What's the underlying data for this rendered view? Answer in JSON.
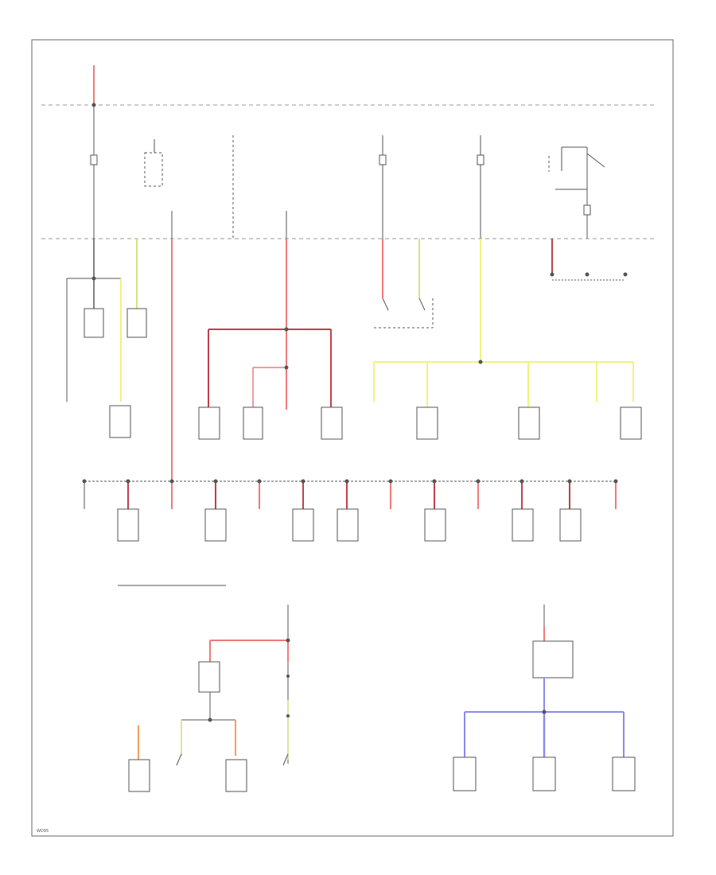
{
  "colors": {
    "wire": "#555555",
    "red": "#ef7a7a",
    "dark_red": "#c0404a",
    "yellow": "#f2f27a",
    "yellow_green": "#d2e67a",
    "blue": "#8a8af0",
    "orange": "#f0a060"
  },
  "icons": [
    "ground-symbol",
    "switch-symbol",
    "component-box",
    "splice-dot"
  ],
  "diagram": {
    "footer_ref": "WD95"
  }
}
